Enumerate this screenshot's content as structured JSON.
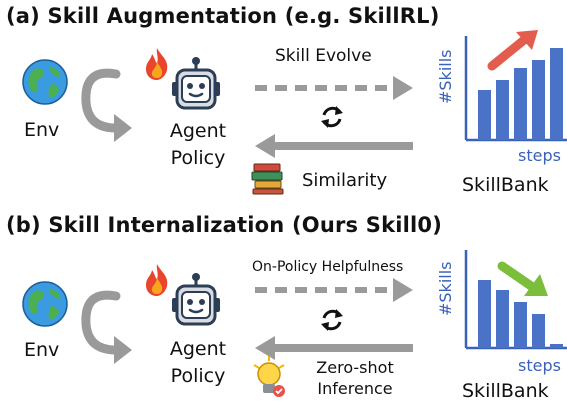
{
  "panel_a": {
    "title": "(a) Skill Augmentation (e.g. SkillRL)",
    "env_label": "Env",
    "agent_label_1": "Agent",
    "agent_label_2": "Policy",
    "top_arrow_label": "Skill Evolve",
    "bottom_arrow_label": "Similarity",
    "chart_ylabel": "#Skills",
    "chart_xlabel": "steps",
    "chart_caption": "SkillBank"
  },
  "panel_b": {
    "title": "(b) Skill Internalization (Ours Skill0)",
    "env_label": "Env",
    "agent_label_1": "Agent",
    "agent_label_2": "Policy",
    "top_arrow_label": "On-Policy Helpfulness",
    "bottom_arrow_label_1": "Zero-shot",
    "bottom_arrow_label_2": "Inference",
    "chart_ylabel": "#Skills",
    "chart_xlabel": "steps",
    "chart_caption": "SkillBank"
  },
  "colors": {
    "bar_blue": "#4a72c6",
    "axis_blue": "#3a62b8",
    "arrow_gray": "#9a9a9a",
    "trend_up_red": "#e35d4f",
    "trend_down_green": "#7cbe3c"
  },
  "icons": {
    "env": "globe-icon",
    "agent": "robot-icon",
    "flame": "fire-icon",
    "loop": "cycle-arrows-icon",
    "books": "books-icon",
    "bulb": "lightbulb-icon"
  }
}
